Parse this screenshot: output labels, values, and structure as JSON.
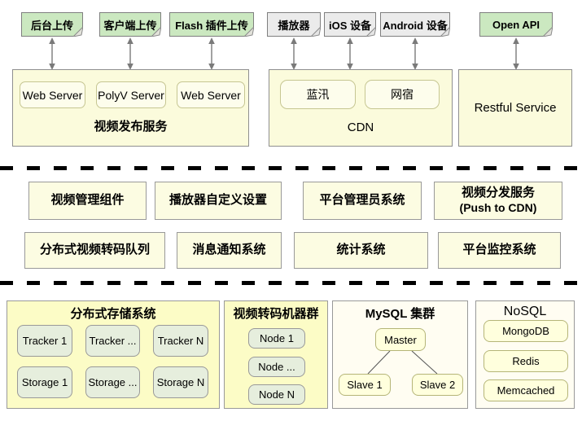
{
  "colors": {
    "note_green": "#cbe8c0",
    "note_gray": "#ebebeb",
    "panel_yellow": "#fbfbdc",
    "inner_pale_yellow": "#fdfdec",
    "module_yellow": "#fcfce2",
    "infra_yellow": "#fcfcc6",
    "infra_ivory": "#fffdf2",
    "inner_green": "#e6eedd",
    "inner_ivory_yellow": "#ffffdd",
    "arrow_gray": "#7a7a7a",
    "separator_black": "#000000"
  },
  "diagram": {
    "top_notes": [
      {
        "label": "后台上传",
        "type": "green"
      },
      {
        "label": "客户端上传",
        "type": "green"
      },
      {
        "label": "Flash 插件上传",
        "type": "green"
      },
      {
        "label": "播放器",
        "type": "gray"
      },
      {
        "label": "iOS 设备",
        "type": "gray"
      },
      {
        "label": "Android 设备",
        "type": "gray"
      },
      {
        "label": "Open API",
        "type": "green"
      }
    ],
    "service_layer": {
      "video_publish": {
        "title": "视频发布服务",
        "servers": [
          "Web Server",
          "PolyV Server",
          "Web Server"
        ]
      },
      "cdn": {
        "title": "CDN",
        "providers": [
          "蓝汛",
          "网宿"
        ]
      },
      "restful": {
        "title": "Restful Service"
      }
    },
    "platform_modules": [
      {
        "label": "视频管理组件"
      },
      {
        "label": "播放器自定义设置"
      },
      {
        "label": "平台管理员系统"
      },
      {
        "label": "视频分发服务",
        "sub": "(Push to CDN)"
      },
      {
        "label": "分布式视频转码队列"
      },
      {
        "label": "消息通知系统"
      },
      {
        "label": "统计系统"
      },
      {
        "label": "平台监控系统"
      }
    ],
    "infrastructure": {
      "storage": {
        "title": "分布式存储系统",
        "nodes": [
          "Tracker 1",
          "Tracker ...",
          "Tracker N",
          "Storage 1",
          "Storage ...",
          "Storage N"
        ]
      },
      "transcode": {
        "title": "视频转码机器群",
        "nodes": [
          "Node 1",
          "Node ...",
          "Node N"
        ]
      },
      "mysql": {
        "title": "MySQL 集群",
        "master": "Master",
        "slaves": [
          "Slave 1",
          "Slave 2"
        ]
      },
      "nosql": {
        "title": "NoSQL",
        "nodes": [
          "MongoDB",
          "Redis",
          "Memcached"
        ]
      }
    }
  }
}
